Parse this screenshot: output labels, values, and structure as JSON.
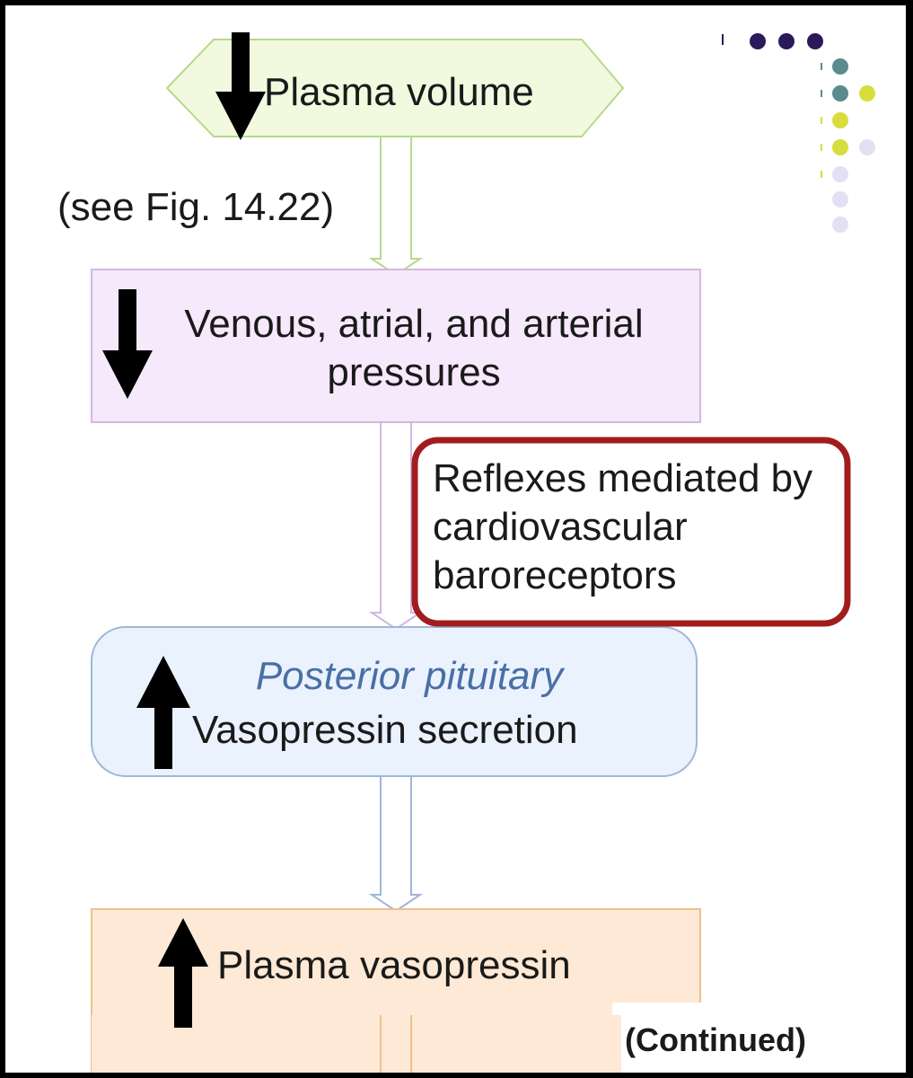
{
  "diagram": {
    "nodes": {
      "plasma_volume": "Plasma volume",
      "see_fig": "(see Fig. 14.22)",
      "venous": "Venous, atrial, and arterial pressures",
      "reflexes": "Reflexes mediated by cardiovascular baroreceptors",
      "posterior": "Posterior pituitary",
      "vasopressin_secretion": "Vasopressin secretion",
      "plasma_vasopressin": "Plasma vasopressin",
      "continued": "(Continued)"
    },
    "indicators": {
      "plasma_volume": "decrease",
      "venous": "decrease",
      "vasopressin_secretion": "increase",
      "plasma_vasopressin": "increase"
    },
    "colors": {
      "green_fill": "#f1fadf",
      "green_stroke": "#b8d98a",
      "purple_fill": "#f5e9fb",
      "purple_stroke": "#d2b8e0",
      "blue_fill": "#eaf2fd",
      "blue_stroke": "#9fb6da",
      "orange_fill": "#fde9d5",
      "orange_stroke": "#f0c08e",
      "highlight_red": "#a11d1d",
      "italic_blue": "#4a6fa5"
    }
  }
}
